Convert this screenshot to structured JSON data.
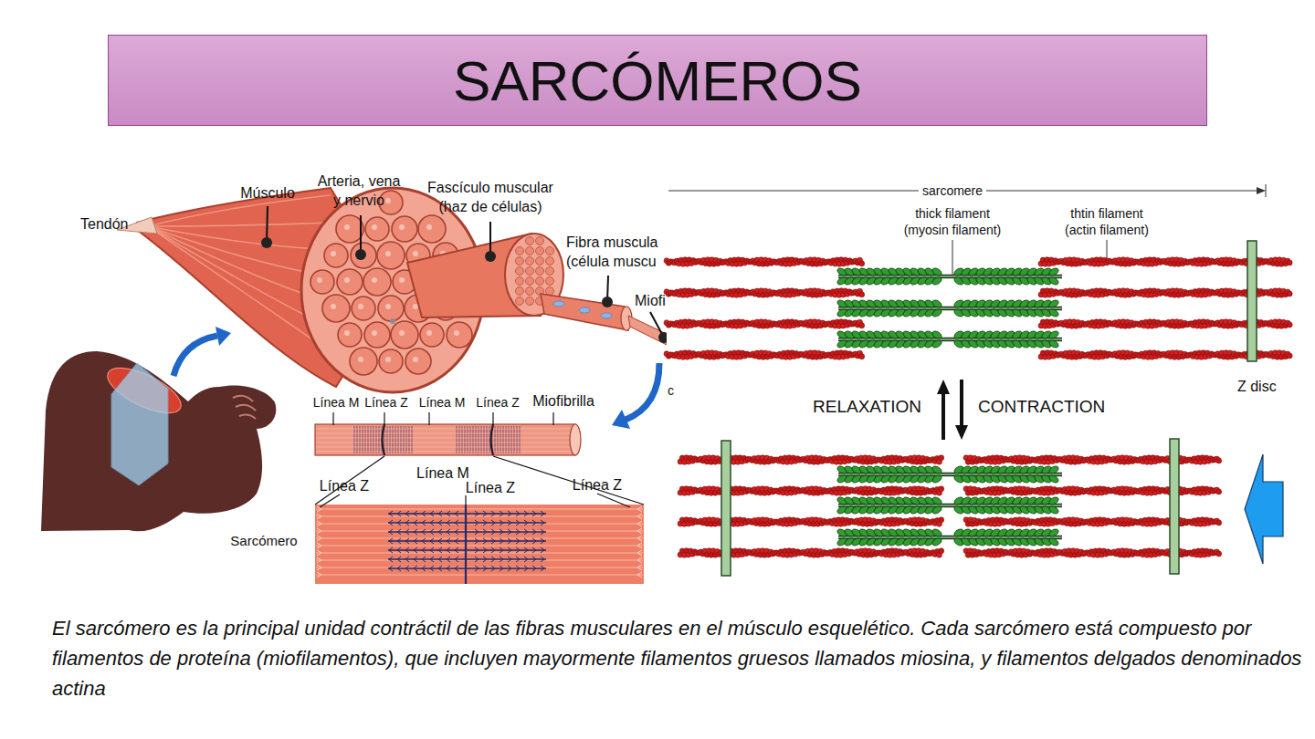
{
  "diagram": {
    "title": "SARCÓMEROS",
    "caption": "El sarcómero es la principal unidad contráctil de las fibras musculares en el músculo esquelético. Cada sarcómero está compuesto por filamentos de proteína (miofilamentos), que incluyen mayormente filamentos gruesos llamados miosina, y filamentos delgados denominados actina",
    "labels": [
      "Arteria, vena y nervio",
      "Fascículo muscular (haz de células)",
      "sarcomere",
      "Músculo",
      "thick filament (myosin filament)",
      "thtin filament (actin filament)",
      "Tendón",
      "Fibra muscula (célula muscu",
      "Miofi",
      "c",
      "Z disc",
      "Línea M",
      "Línea Z",
      "Línea M",
      "Línea Z",
      "Miofibrilla",
      "RELAXATION",
      "CONTRACTION",
      "Línea M",
      "Línea Z",
      "Línea Z",
      "Línea Z",
      "Sarcómero"
    ]
  }
}
